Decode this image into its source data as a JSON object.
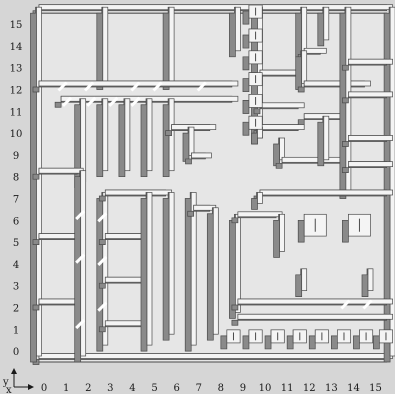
{
  "grid": {
    "cols": 16,
    "rows": 16,
    "x_labels": [
      "0",
      "1",
      "2",
      "3",
      "4",
      "5",
      "6",
      "7",
      "8",
      "9",
      "10",
      "11",
      "12",
      "13",
      "14",
      "15"
    ],
    "y_labels": [
      "0",
      "1",
      "2",
      "3",
      "4",
      "5",
      "6",
      "7",
      "8",
      "9",
      "10",
      "11",
      "12",
      "13",
      "14",
      "15"
    ]
  },
  "axis": {
    "x_letter": "x",
    "y_letter": "y"
  },
  "colors": {
    "background": "#d6d6d6",
    "floor": "#e6e6e6",
    "wall_top": "#f4f4f4",
    "wall_face": "#8a8a8a",
    "wall_edge": "#4a4a4a",
    "text": "#1a1a1a"
  },
  "walls": [
    [
      0,
      16,
      16,
      16
    ],
    [
      0,
      0,
      16,
      0
    ],
    [
      0,
      0,
      0,
      16
    ],
    [
      16,
      0,
      16,
      16
    ],
    [
      3,
      16,
      3,
      12.5
    ],
    [
      6,
      16,
      6,
      12.5
    ],
    [
      9,
      16,
      9,
      14
    ],
    [
      0,
      12.5,
      9,
      12.5
    ],
    [
      1,
      11.8,
      9,
      11.8
    ],
    [
      2,
      11.8,
      2,
      8
    ],
    [
      3,
      11.8,
      3,
      8.5
    ],
    [
      4,
      11.8,
      4,
      8.5
    ],
    [
      5,
      11.8,
      5,
      8.5
    ],
    [
      6,
      11.8,
      6,
      8.5
    ],
    [
      6,
      10.5,
      8,
      10.5
    ],
    [
      6.9,
      10.5,
      6.9,
      9.2
    ],
    [
      6.9,
      9.2,
      7.8,
      9.2
    ],
    [
      0,
      8.5,
      2,
      8.5
    ],
    [
      0,
      5.5,
      2,
      5.5
    ],
    [
      0,
      2.5,
      2,
      2.5
    ],
    [
      2,
      8.5,
      2,
      0
    ],
    [
      3,
      7.5,
      3,
      0.5
    ],
    [
      3,
      7.5,
      6,
      7.5
    ],
    [
      3,
      5.5,
      5,
      5.5
    ],
    [
      3,
      3.5,
      5,
      3.5
    ],
    [
      3,
      1.5,
      5,
      1.5
    ],
    [
      5,
      7.5,
      5,
      0.5
    ],
    [
      6,
      7.5,
      6,
      1
    ],
    [
      7,
      7.5,
      7,
      0.5
    ],
    [
      7,
      6.8,
      8,
      6.8
    ],
    [
      8,
      6.8,
      8,
      1
    ],
    [
      9,
      6.5,
      9,
      2
    ],
    [
      9,
      6.5,
      11,
      6.5
    ],
    [
      11,
      6.5,
      11,
      4.8
    ],
    [
      9,
      2.5,
      16,
      2.5
    ],
    [
      12,
      3,
      12,
      4
    ],
    [
      15,
      3,
      15,
      4
    ],
    [
      9,
      1.8,
      16,
      1.8
    ],
    [
      10,
      16,
      10,
      10
    ],
    [
      10,
      13,
      12,
      13
    ],
    [
      10,
      11.5,
      12,
      11.5
    ],
    [
      10,
      10.5,
      12,
      10.5
    ],
    [
      11,
      10,
      11,
      9
    ],
    [
      11,
      9,
      14,
      9
    ],
    [
      10,
      10.5,
      10,
      10
    ],
    [
      12,
      16,
      12,
      14
    ],
    [
      12,
      14,
      13,
      14
    ],
    [
      13,
      16,
      13,
      14.5
    ],
    [
      12,
      14,
      12,
      12.5
    ],
    [
      12,
      12.5,
      15,
      12.5
    ],
    [
      12,
      11,
      14,
      11
    ],
    [
      13,
      11,
      13,
      9
    ],
    [
      14,
      16,
      14,
      7.5
    ],
    [
      14,
      13.5,
      16,
      13.5
    ],
    [
      14,
      12,
      16,
      12
    ],
    [
      14,
      10,
      16,
      10
    ],
    [
      14,
      8.8,
      16,
      8.8
    ],
    [
      10,
      7.5,
      16,
      7.5
    ],
    [
      10,
      7.5,
      10,
      7
    ]
  ],
  "boxes": [
    [
      12,
      5.5,
      1,
      1
    ],
    [
      14,
      5.5,
      1,
      1
    ],
    [
      8.5,
      0.6,
      0.6,
      0.6
    ],
    [
      9.5,
      0.6,
      0.6,
      0.6
    ],
    [
      10.5,
      0.6,
      0.6,
      0.6
    ],
    [
      11.5,
      0.6,
      0.6,
      0.6
    ],
    [
      12.5,
      0.6,
      0.6,
      0.6
    ],
    [
      13.5,
      0.6,
      0.6,
      0.6
    ],
    [
      14.5,
      0.6,
      0.6,
      0.6
    ],
    [
      15.4,
      0.6,
      0.6,
      0.6
    ],
    [
      9.5,
      15.5,
      0.6,
      0.6
    ],
    [
      9.5,
      14.4,
      0.6,
      0.6
    ],
    [
      9.5,
      13.4,
      0.6,
      0.6
    ],
    [
      9.5,
      12.4,
      0.6,
      0.6
    ],
    [
      9.5,
      11.4,
      0.6,
      0.6
    ],
    [
      9.5,
      10.4,
      0.6,
      0.6
    ]
  ],
  "doors": [
    [
      1.2,
      12.5
    ],
    [
      2.4,
      12.5
    ],
    [
      4.5,
      12.5
    ],
    [
      5.5,
      12.5
    ],
    [
      7.5,
      12.5
    ],
    [
      1.4,
      11.8
    ],
    [
      2.5,
      11.8
    ],
    [
      3.5,
      11.8
    ],
    [
      4.5,
      11.8
    ],
    [
      2,
      6.6
    ],
    [
      2,
      4.6
    ],
    [
      2,
      1.6
    ],
    [
      3,
      6.5
    ],
    [
      3,
      4.5
    ],
    [
      3,
      2.4
    ],
    [
      14,
      2.5
    ],
    [
      15,
      2.5
    ]
  ]
}
